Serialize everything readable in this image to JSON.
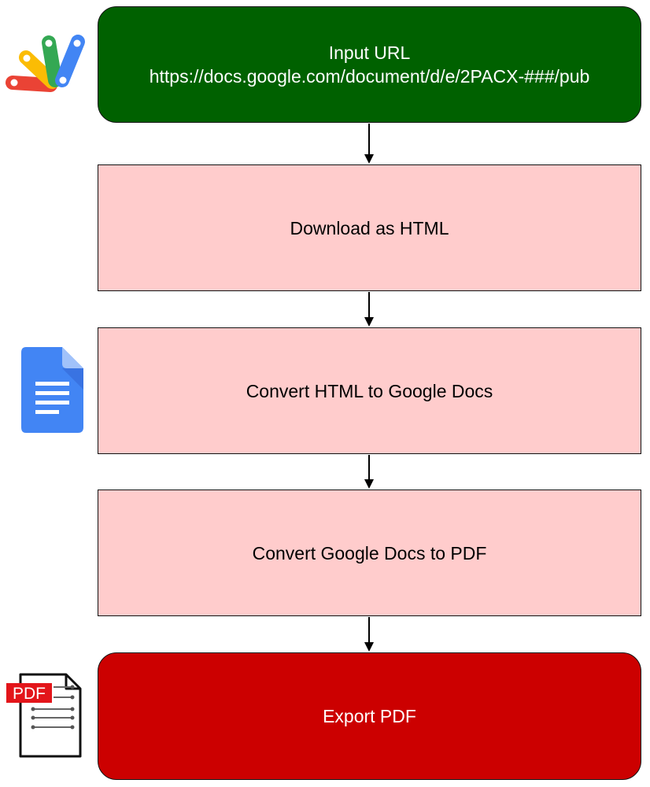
{
  "flow": {
    "steps": [
      {
        "title": "Input URL",
        "detail": "https://docs.google.com/document/d/e/2PACX-###/pub"
      },
      {
        "title": "Download as HTML"
      },
      {
        "title": "Convert HTML to Google Docs"
      },
      {
        "title": "Convert Google Docs to PDF"
      },
      {
        "title": "Export PDF"
      }
    ]
  },
  "icons": {
    "apps_script": "google-apps-script-icon",
    "docs": "google-docs-icon",
    "pdf": {
      "name": "pdf-file-icon",
      "label": "PDF"
    }
  },
  "colors": {
    "start_fill": "#006100",
    "step_fill": "#ffcccc",
    "end_fill": "#cc0000",
    "stroke": "#111111"
  }
}
